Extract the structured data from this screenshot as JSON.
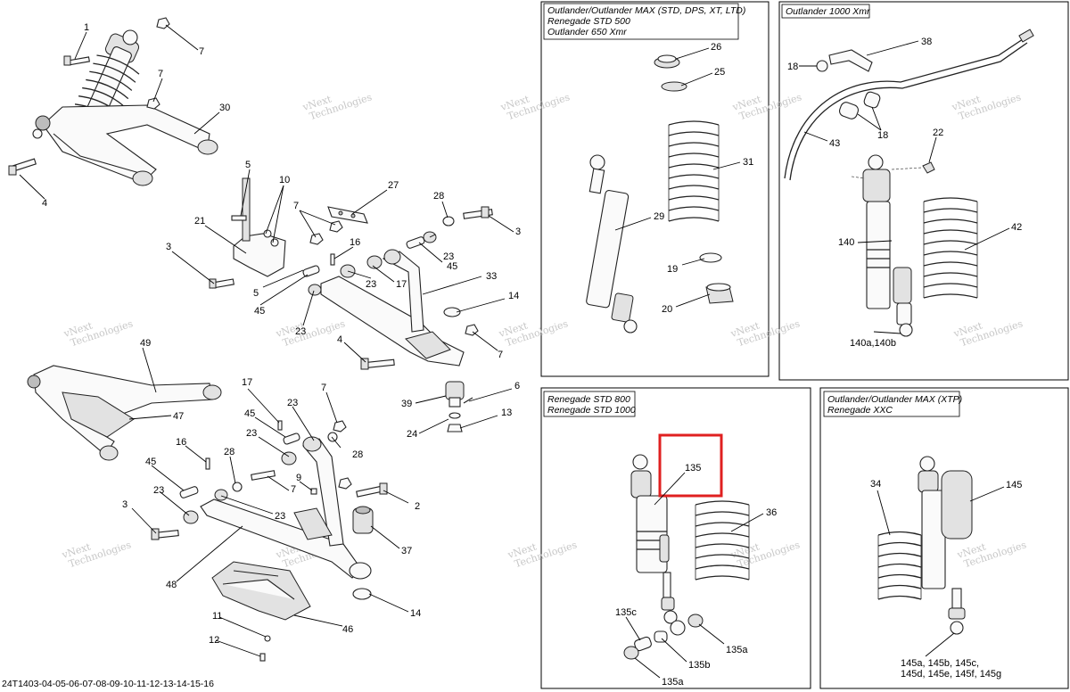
{
  "panels": {
    "top_middle": [
      "Outlander/Outlander MAX (STD, DPS, XT, LTD)",
      "Renegade STD 500",
      "Outlander 650 Xmr"
    ],
    "top_right": [
      "Outlander 1000 Xmr"
    ],
    "bottom_middle": [
      "Renegade STD 800",
      "Renegade STD 1000"
    ],
    "bottom_right": [
      "Outlander/Outlander MAX (XTP)",
      "Renegade XXC"
    ]
  },
  "callouts": {
    "c1": "1",
    "c7a": "7",
    "c7b": "7",
    "c30": "30",
    "c4a": "4",
    "c5a": "5",
    "c10": "10",
    "c7c": "7",
    "c27": "27",
    "c28a": "28",
    "c3a": "3",
    "c21": "21",
    "c3b": "3",
    "c16a": "16",
    "c23a": "23",
    "c5b": "5",
    "c45a": "45",
    "c23b": "23",
    "c17a": "17",
    "c45b": "45",
    "c33": "33",
    "c14a": "14",
    "c23c": "23",
    "c4b": "4",
    "c7d": "7",
    "c39": "39",
    "c6": "6",
    "c24": "24",
    "c13": "13",
    "c49": "49",
    "c47": "47",
    "c17b": "17",
    "c45c": "45",
    "c7e": "7",
    "c23d": "23",
    "c23e": "23",
    "c28b": "28",
    "c16b": "16",
    "c28c": "28",
    "c9": "9",
    "c7f": "7",
    "c45d": "45",
    "c23f": "23",
    "c2": "2",
    "c3c": "3",
    "c23g": "23",
    "c37": "37",
    "c48": "48",
    "c14b": "14",
    "c11": "11",
    "c46": "46",
    "c12": "12",
    "c26": "26",
    "c25": "25",
    "c31": "31",
    "c29": "29",
    "c19": "19",
    "c20": "20",
    "c38": "38",
    "c18a": "18",
    "c18b": "18",
    "c43": "43",
    "c22": "22",
    "c42": "42",
    "c140": "140",
    "c140ab": "140a,140b",
    "c135": "135",
    "c36": "36",
    "c135c": "135c",
    "c135a1": "135a",
    "c135b": "135b",
    "c135a2": "135a",
    "c34": "34",
    "c145": "145",
    "c145list1": "145a, 145b, 145c,",
    "c145list2": "145d, 145e, 145f, 145g"
  },
  "watermark": [
    "vNext",
    "Technologies"
  ],
  "footer_ref": "24T1403-04-05-06-07-08-09-10-11-12-13-14-15-16",
  "colors": {
    "highlight": "#e02020",
    "watermark": "#c7c7c7"
  }
}
